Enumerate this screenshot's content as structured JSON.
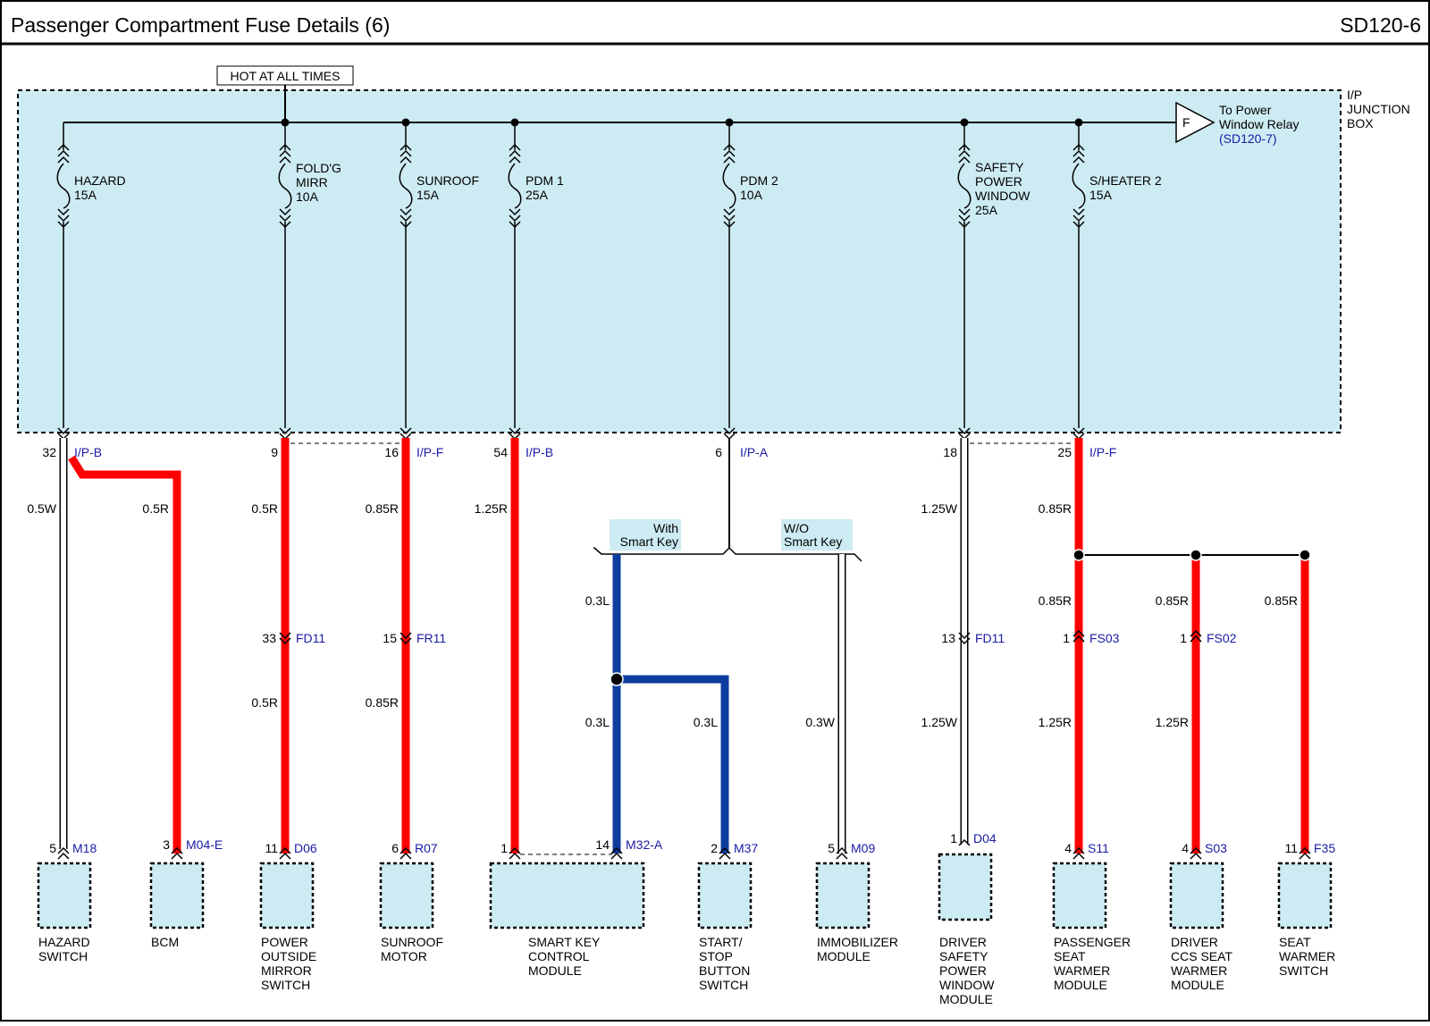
{
  "header": {
    "title": "Passenger Compartment Fuse Details (6)",
    "code": "SD120-6"
  },
  "hot_label": "HOT AT ALL TIMES",
  "junction_box": [
    "I/P",
    "JUNCTION",
    "BOX"
  ],
  "relay": {
    "letter": "F",
    "line1": "To Power",
    "line2": "Window Relay",
    "ref": "(SD120-7)"
  },
  "fuses": [
    {
      "lines": [
        "HAZARD",
        "15A"
      ]
    },
    {
      "lines": [
        "FOLD'G",
        "MIRR",
        "10A"
      ]
    },
    {
      "lines": [
        "SUNROOF",
        "15A"
      ]
    },
    {
      "lines": [
        "PDM 1",
        "25A"
      ]
    },
    {
      "lines": [
        "PDM 2",
        "10A"
      ]
    },
    {
      "lines": [
        "SAFETY",
        "POWER",
        "WINDOW",
        "25A"
      ]
    },
    {
      "lines": [
        "S/HEATER 2",
        "15A"
      ]
    }
  ],
  "pins_top": [
    {
      "pin": "32",
      "conn": "I/P-B"
    },
    {
      "pin": "9",
      "conn": ""
    },
    {
      "pin": "16",
      "conn": "I/P-F"
    },
    {
      "pin": "54",
      "conn": "I/P-B"
    },
    {
      "pin": "6",
      "conn": "I/P-A"
    },
    {
      "pin": "18",
      "conn": ""
    },
    {
      "pin": "25",
      "conn": "I/P-F"
    }
  ],
  "option_labels": [
    {
      "line1": "With",
      "line2": "Smart Key"
    },
    {
      "line1": "W/O",
      "line2": "Smart Key"
    }
  ],
  "wire_labels": [
    "0.5W",
    "0.5R",
    "0.5R",
    "0.85R",
    "1.25R",
    "1.25W",
    "0.85R",
    "0.3L",
    "0.85R",
    "0.85R",
    "0.85R",
    "0.5R",
    "0.85R",
    "0.3L",
    "0.3L",
    "0.3W",
    "1.25W",
    "1.25R",
    "1.25R"
  ],
  "mid_connectors": [
    {
      "pin": "33",
      "conn": "FD11"
    },
    {
      "pin": "15",
      "conn": "FR11"
    },
    {
      "pin": "13",
      "conn": "FD11"
    },
    {
      "pin": "1",
      "conn": "FS03"
    },
    {
      "pin": "1",
      "conn": "FS02"
    }
  ],
  "components": [
    {
      "pin": "5",
      "conn": "M18",
      "name": [
        "HAZARD",
        "SWITCH"
      ]
    },
    {
      "pin": "3",
      "conn": "M04-E",
      "name": [
        "BCM"
      ]
    },
    {
      "pin": "11",
      "conn": "D06",
      "name": [
        "POWER",
        "OUTSIDE",
        "MIRROR",
        "SWITCH"
      ]
    },
    {
      "pin": "6",
      "conn": "R07",
      "name": [
        "SUNROOF",
        "MOTOR"
      ]
    },
    {
      "pin": "1",
      "conn": "",
      "name": [
        "SMART KEY",
        "CONTROL",
        "MODULE"
      ]
    },
    {
      "pin": "14",
      "conn": "M32-A",
      "name": []
    },
    {
      "pin": "2",
      "conn": "M37",
      "name": [
        "START/",
        "STOP",
        "BUTTON",
        "SWITCH"
      ]
    },
    {
      "pin": "5",
      "conn": "M09",
      "name": [
        "IMMOBILIZER",
        "MODULE"
      ]
    },
    {
      "pin": "1",
      "conn": "D04",
      "name": [
        "DRIVER",
        "SAFETY",
        "POWER",
        "WINDOW",
        "MODULE"
      ]
    },
    {
      "pin": "4",
      "conn": "S11",
      "name": [
        "PASSENGER",
        "SEAT",
        "WARMER",
        "MODULE"
      ]
    },
    {
      "pin": "4",
      "conn": "S03",
      "name": [
        "DRIVER",
        "CCS SEAT",
        "WARMER",
        "MODULE"
      ]
    },
    {
      "pin": "11",
      "conn": "F35",
      "name": [
        "SEAT",
        "WARMER",
        "SWITCH"
      ]
    }
  ],
  "colors": {
    "red": "#ff0000",
    "blue": "#0d3d9e",
    "box": "#cdebf2",
    "label_blue": "#1a1aa6"
  }
}
